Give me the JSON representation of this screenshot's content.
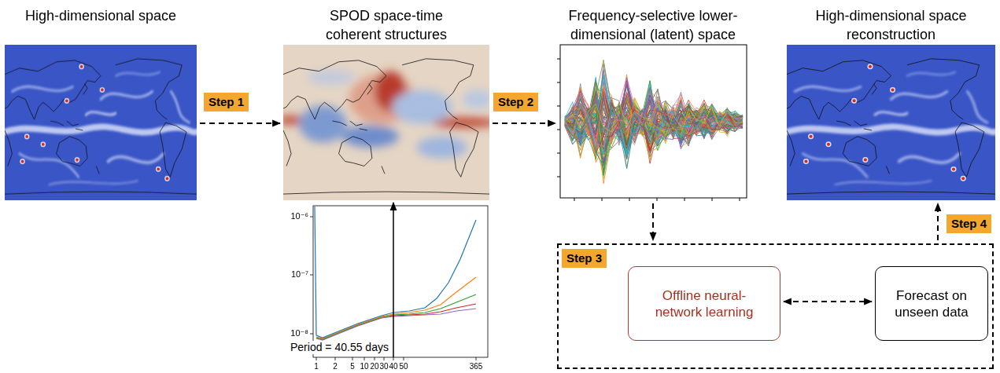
{
  "diagram": {
    "nodes": [
      {
        "text": [
          "High-dimensional space"
        ]
      },
      {
        "text": [
          "SPOD space-time coherent structures"
        ]
      },
      {
        "text": [
          "Frequency-selective lower-dimensional (latent) space"
        ]
      },
      {
        "text": [
          "High-dimensional space reconstruction"
        ]
      },
      {
        "text": [
          "Period = 40.55 days"
        ]
      },
      {
        "text": [
          "Step 3"
        ]
      },
      {
        "text": [
          "Offline neural-network learning"
        ],
        "in": 5
      },
      {
        "text": [
          "Forecast on unseen data"
        ],
        "in": 5
      }
    ],
    "edges": [
      {
        "from": 0,
        "to": 1,
        "arrow": "to",
        "label": "Step 1"
      },
      {
        "from": 1,
        "to": 2,
        "arrow": "to",
        "label": "Step 2"
      },
      {
        "from": 2,
        "to": 5,
        "arrow": "to"
      },
      {
        "from": 6,
        "to": 7,
        "arrow": "both"
      },
      {
        "from": 5,
        "to": 3,
        "arrow": "to",
        "label": "Step 4"
      },
      {
        "from": 4,
        "to": 1,
        "arrow": "to"
      }
    ],
    "labels": [
      "10⁻⁶",
      "10⁻⁷",
      "10⁻⁸",
      "1",
      "2",
      "5",
      "10",
      "20",
      "30",
      "40",
      "50",
      "365"
    ]
  }
}
